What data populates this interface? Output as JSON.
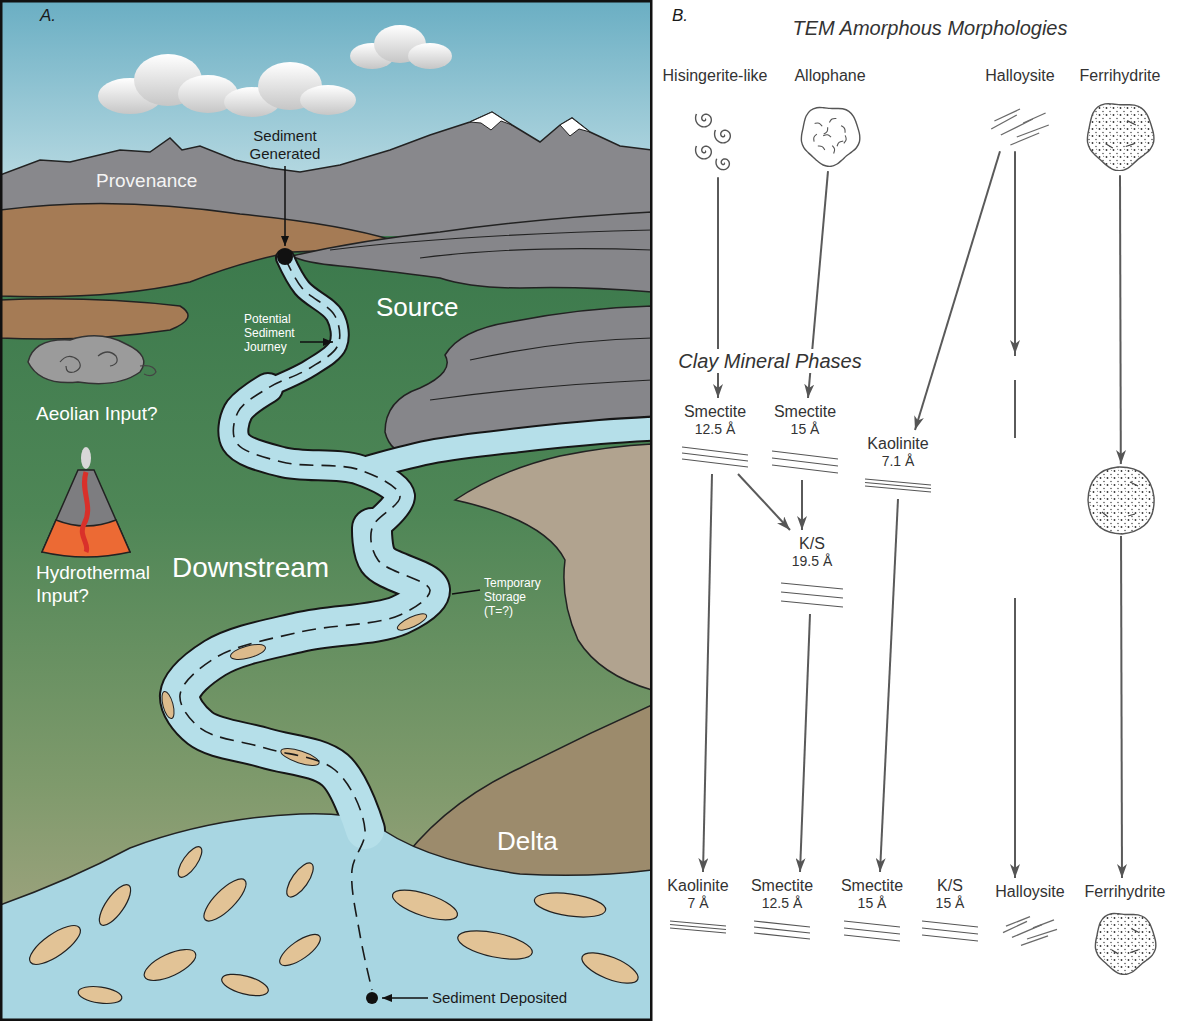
{
  "diagram": {
    "nodes": [
      {
        "text": [
          "Hisingerite-like"
        ]
      },
      {
        "text": [
          "Allophane"
        ]
      },
      {
        "text": [
          "Halloysite"
        ]
      },
      {
        "text": [
          "Ferrihydrite"
        ]
      },
      {
        "text": [
          "Smectite",
          "12.5 Å"
        ]
      },
      {
        "text": [
          "Smectite",
          "15 Å"
        ]
      },
      {
        "text": [
          "Kaolinite",
          "7.1 Å"
        ]
      },
      {
        "text": [
          "K/S",
          "19.5 Å"
        ]
      },
      {
        "text": [
          "Kaolinite",
          "7 Å"
        ]
      },
      {
        "text": [
          "Smectite",
          "12.5 Å"
        ]
      },
      {
        "text": [
          "Smectite",
          "15 Å"
        ]
      },
      {
        "text": [
          "K/S",
          "15 Å"
        ]
      },
      {
        "text": [
          "Halloysite"
        ]
      },
      {
        "text": [
          "Ferrihydrite"
        ]
      }
    ],
    "edges": [
      {
        "from": 0,
        "to": 4,
        "arrow": "to"
      },
      {
        "from": 1,
        "to": 5,
        "arrow": "to"
      },
      {
        "from": 2,
        "to": 6,
        "arrow": "to"
      },
      {
        "from": 2,
        "to": 12,
        "arrow": "to"
      },
      {
        "from": 3,
        "to": 13,
        "arrow": "to"
      },
      {
        "from": 4,
        "to": 8,
        "arrow": "to"
      },
      {
        "from": 4,
        "to": 7,
        "arrow": "to"
      },
      {
        "from": 5,
        "to": 7,
        "arrow": "to"
      },
      {
        "from": 7,
        "to": 9,
        "arrow": "to"
      },
      {
        "from": 6,
        "to": 10,
        "arrow": "to"
      }
    ],
    "labels": [
      "A.",
      "Sediment Generated",
      "Provenance",
      "Source",
      "Potential Sediment Journey",
      "Aeolian Input?",
      "Hydrothermal Input?",
      "Downstream",
      "Temporary Storage (T=?)",
      "Delta",
      "Sediment Deposited",
      "B.",
      "TEM Amorphous Morphologies",
      "Clay Mineral Phases"
    ]
  }
}
